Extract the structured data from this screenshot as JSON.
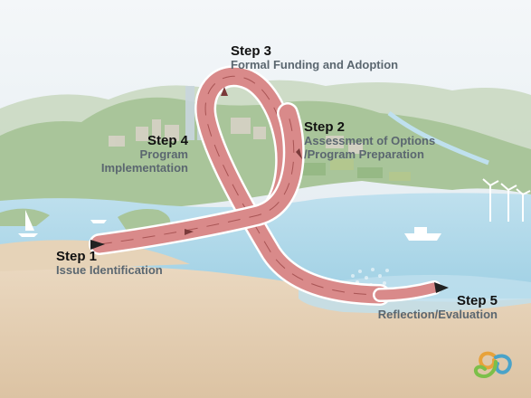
{
  "steps": [
    {
      "title": "Step 1",
      "desc": [
        "Issue Identification"
      ]
    },
    {
      "title": "Step 2",
      "desc": [
        "Assessment of Options",
        "/Program Preparation"
      ]
    },
    {
      "title": "Step 3",
      "desc": [
        "Formal Funding and Adoption"
      ]
    },
    {
      "title": "Step 4",
      "desc": [
        "Program",
        "Implementation"
      ]
    },
    {
      "title": "Step 5",
      "desc": [
        "Reflection/Evaluation"
      ]
    }
  ],
  "colors": {
    "ribbon": "#d98a8a",
    "ribbon_edge": "#ffffff",
    "ribbon_dark": "#a85454",
    "sky": "#e7eef3",
    "land": "#a9c59a",
    "water": "#a8d3e5",
    "sand": "#e3cdb1"
  },
  "icons": [
    "wind-turbine-icon",
    "sailboat-icon",
    "logo-spiral-icon"
  ]
}
